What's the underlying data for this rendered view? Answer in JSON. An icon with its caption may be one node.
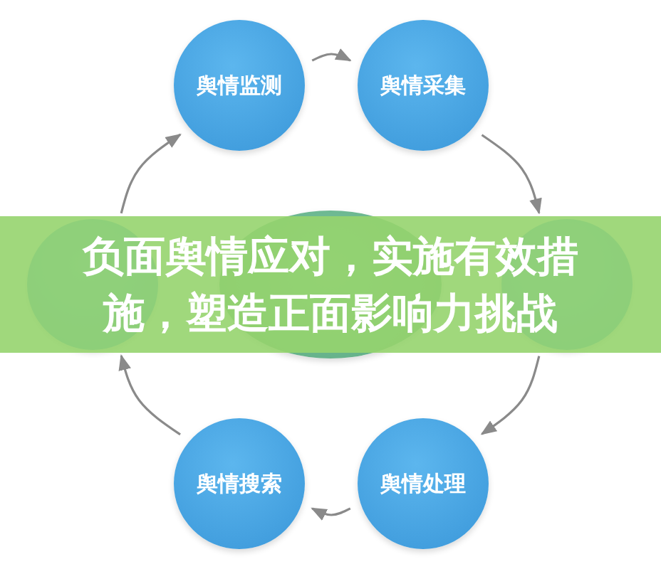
{
  "diagram": {
    "title": "负面舆情应对，实施有效措施，塑造正面影响力挑战",
    "nodes": [
      {
        "text": [
          "舆情监测"
        ]
      },
      {
        "text": [
          "舆情采集"
        ]
      },
      {
        "text": [],
        "shape": "circle"
      },
      {
        "text": [],
        "shape": "ellipse"
      },
      {
        "text": [],
        "shape": "circle"
      },
      {
        "text": [
          "舆情搜索"
        ]
      },
      {
        "text": [
          "舆情处理"
        ]
      }
    ],
    "edges": [
      {
        "from": 0,
        "to": 1,
        "arrow": "to"
      },
      {
        "from": 1,
        "to": 4,
        "arrow": "to"
      },
      {
        "from": 4,
        "to": 6,
        "arrow": "to"
      },
      {
        "from": 6,
        "to": 5,
        "arrow": "to"
      },
      {
        "from": 5,
        "to": 2,
        "arrow": "to"
      },
      {
        "from": 2,
        "to": 0,
        "arrow": "to"
      }
    ]
  }
}
